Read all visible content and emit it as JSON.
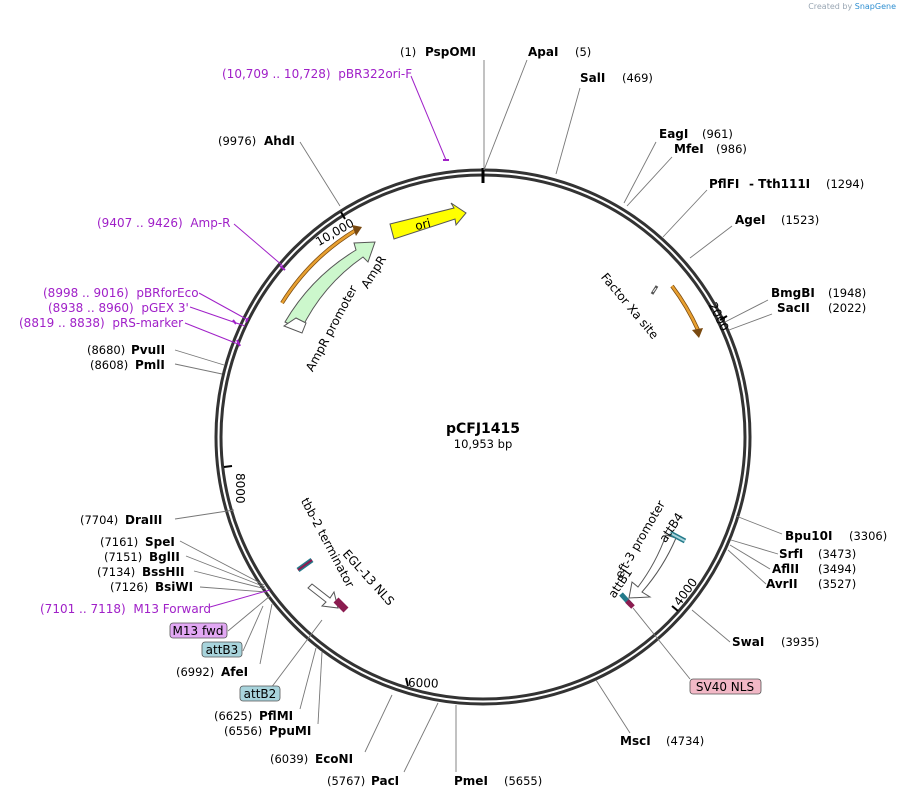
{
  "credit": {
    "prefix": "Created by",
    "brand": "SnapGene"
  },
  "plasmid": {
    "name": "pCFJ1415",
    "length": "10,953 bp"
  },
  "tick_labels": [
    "10,000",
    "2000",
    "4000",
    "6000",
    "8000"
  ],
  "enzymes": [
    {
      "name": "PspOMI",
      "pos": "(1)"
    },
    {
      "name": "ApaI",
      "pos": "(5)"
    },
    {
      "name": "SalI",
      "pos": "(469)"
    },
    {
      "name": "EagI",
      "pos": "(961)"
    },
    {
      "name": "MfeI",
      "pos": "(986)"
    },
    {
      "name": "PflFI",
      "pos": ""
    },
    {
      "name": "- Tth111I",
      "pos": "(1294)"
    },
    {
      "name": "AgeI",
      "pos": "(1523)"
    },
    {
      "name": "BmgBI",
      "pos": "(1948)"
    },
    {
      "name": "SacII",
      "pos": "(2022)"
    },
    {
      "name": "Bpu10I",
      "pos": "(3306)"
    },
    {
      "name": "SrfI",
      "pos": "(3473)"
    },
    {
      "name": "AflII",
      "pos": "(3494)"
    },
    {
      "name": "AvrII",
      "pos": "(3527)"
    },
    {
      "name": "SwaI",
      "pos": "(3935)"
    },
    {
      "name": "MscI",
      "pos": "(4734)"
    },
    {
      "name": "PmeI",
      "pos": "(5655)"
    },
    {
      "name": "PacI",
      "pos": "(5767)"
    },
    {
      "name": "EcoNI",
      "pos": "(6039)"
    },
    {
      "name": "PpuMI",
      "pos": "(6556)"
    },
    {
      "name": "PflMI",
      "pos": "(6625)"
    },
    {
      "name": "AfeI",
      "pos": "(6992)"
    },
    {
      "name": "BsiWI",
      "pos": "(7126)"
    },
    {
      "name": "BssHII",
      "pos": "(7134)"
    },
    {
      "name": "BglII",
      "pos": "(7151)"
    },
    {
      "name": "SpeI",
      "pos": "(7161)"
    },
    {
      "name": "DraIII",
      "pos": "(7704)"
    },
    {
      "name": "PmlI",
      "pos": "(8608)"
    },
    {
      "name": "PvuII",
      "pos": "(8680)"
    },
    {
      "name": "AhdI",
      "pos": "(9976)"
    }
  ],
  "primers": [
    "(10,709 .. 10,728)  pBR322ori-F",
    "(9407 .. 9426)  Amp-R",
    "(8998 .. 9016)  pBRforEco",
    "(8938 .. 8960)  pGEX 3'",
    "(8819 .. 8838)  pRS-marker",
    "(7101 .. 7118)  M13 Forward"
  ],
  "features": {
    "ori": "ori",
    "ampr": "AmpR",
    "ampr_promoter": "AmpR promoter",
    "factor_xa": "Factor Xa site",
    "eft3_promoter": "eft-3 promoter",
    "attb4": "attB4",
    "attb1": "attB1",
    "egl13": "EGL-13 NLS",
    "tbb2": "tbb-2 terminator"
  },
  "boxes": {
    "m13fwd": "M13 fwd",
    "attb3": "attB3",
    "attb2": "attB2",
    "sv40": "SV40 NLS"
  },
  "colors": {
    "ori": "#ffff00",
    "ampr": "#ccf7cc",
    "primer": "#a020c8",
    "arc_arrow": "#e8a030",
    "att_box": "#a8d4dc",
    "sv40_box": "#f2b8c6",
    "m13_box": "#e2a8f4"
  }
}
